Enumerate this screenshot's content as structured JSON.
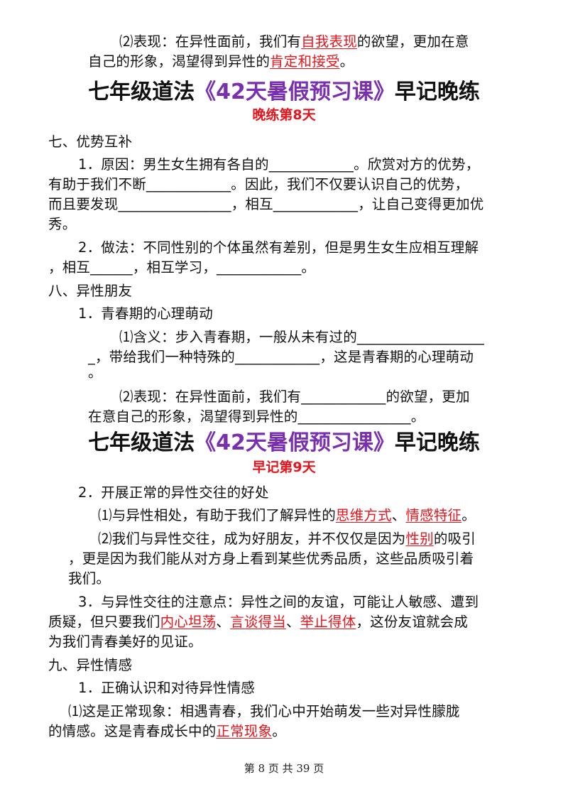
{
  "top": {
    "l1_a": "⑵表现：在异性面前，我们有",
    "l1_r": "自我表现",
    "l1_b": "的欲望，更加在意",
    "l2_a": "自己的形象，渴望得到异性的",
    "l2_r": "肯定和接受",
    "l2_b": "。"
  },
  "header1": {
    "t_a": "七年级道法",
    "t_p": "《42天暑假预习课》",
    "t_b": "早记晚练",
    "sub": "晚练第8天"
  },
  "sec7": {
    "heading": "七、优势互补",
    "p1_l1": "1．原因：男生女生拥有各自的____________。欣赏对方的优势，",
    "p1_l2": "有助于我们不断____________。因此，我们不仅要认识自己的优势，",
    "p1_l3": "而且要发现________________，相互____________，让自己变得更加优",
    "p1_l4": "秀。",
    "p2_l1": "2．做法：不同性别的个体虽然有差别，但是男生女生应相互理解",
    "p2_l2": "，相互______，相互学习，____________。"
  },
  "sec8": {
    "heading": "八、异性朋友",
    "s1": "1．青春期的心理萌动",
    "a_l1": "⑴含义：步入青春期，一般从未有过的__________________",
    "a_l2": "_，带给我们一种特殊的____________，这是青春期的心理萌动",
    "a_l3": "。",
    "b_l1": "⑵表现：在异性面前，我们有____________的欲望，更加",
    "b_l2": "在意自己的形象，渴望得到异性的________________。"
  },
  "header2": {
    "t_a": "七年级道法",
    "t_p": "《42天暑假预习课》",
    "t_b": "早记晚练",
    "sub": "早记第9天"
  },
  "sec8b": {
    "s2": "2．开展正常的异性交往的好处",
    "c1_a": "⑴与异性相处，有助于我们了解异性的",
    "c1_r1": "思维方式",
    "c1_m": "、",
    "c1_r2": "情感特征",
    "c1_b": "。",
    "c2_a": "⑵我们与异性交往，成为好朋友，并不仅仅是因为",
    "c2_r": "性别",
    "c2_b": "的吸引",
    "c2_l2": "，更是因为我们能从对方身上看到某些优秀品质，这些品质吸引着",
    "c2_l3": "我们。",
    "s3_l1": "3．与异性交往的注意点：异性之间的友谊，可能让人敏感、遭到",
    "s3_l2_a": "质疑，但只要我们",
    "s3_r1": "内心坦荡",
    "s3_m1": "、",
    "s3_r2": "言谈得当",
    "s3_m2": "、",
    "s3_r3": "举止得体",
    "s3_l2_b": "，这份友谊就会成",
    "s3_l3": "为我们青春美好的见证。"
  },
  "sec9": {
    "heading": "九、异性情感",
    "s1": "1．正确认识和对待异性情感",
    "a_l1": "⑴这是正常现象：相遇青春，我们心中开始萌发一些对异性朦胧",
    "a_l2_a": "的情感。这是青春成长中的",
    "a_l2_r": "正常现象",
    "a_l2_b": "。"
  },
  "footer": {
    "text": "第 8 页 共 39 页"
  }
}
